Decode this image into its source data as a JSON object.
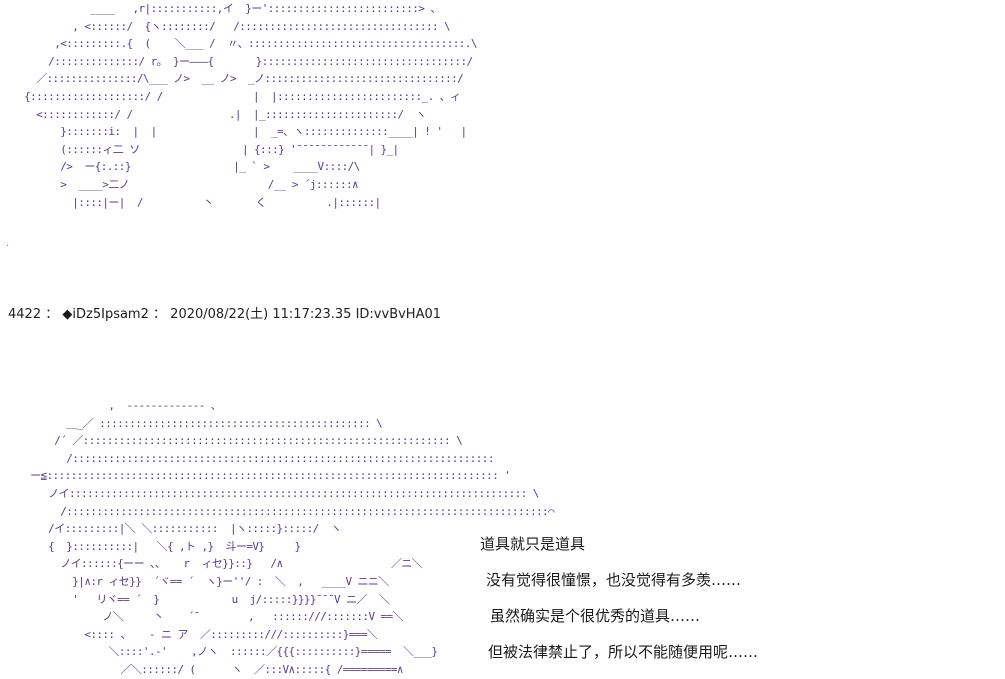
{
  "post": {
    "number": "4422",
    "sep1": "：",
    "trip_mark": "◆",
    "trip": "iDz5Ipsam2",
    "sep2": "：",
    "datetime": "2020/08/22(土) 11:17:23.35",
    "id": "ID:vvBvHA01"
  },
  "ascii_art": {
    "top": "               ____   ,r|:::::::::::,イ  }ー':::::::::::::::::::::::::> 、\n            , <::::::/  {ヽ::::::::/   /::::::::::::::::::::::::::::::::: \\\n         ,<:::::::::.{  (    ＼___ /  〃、::::::::::::::::::::::::::::::::::::.\\\n        /::::::::::::::/ r。 }ー―――{       }::::::::::::::::::::::::::::::::::/\n      ／:::::::::::::::/\\___ ノ>  __ ノ>  _ノ::::::::::::::::::::::::::::::::/\n    {:::::::::::::::::::/ /               |  |::::::::::::::::::::::::_. 、ィ\n      <::::::::::::/ /                .|  |_::::::::::::::::::::::/  ヽ\n          }:::::::i:  |  |                |  _=、ヽ::::::::::::::____| ! '   |\n          (::::::ィ二 ソ                 | {:::} '¯¯¯¯¯¯¯¯¯¯¯¯| }_|\n          />  ー{:.::}                 |_ ` >    ____V::::/\\\n          >  ____>二ノ                       /__ > ´j::::::∧\n            |::::|ー|  /          丶       く          .|::::::|",
    "bottom": "                  ,  ------------- 、\n           ＿_／ ::::::::::::::::::::::::::::::::::::::::::::: \\\n         /´ ／::::::::::::::::::::::::::::::::::::::::::::::::::::::::::::: \\\n           /::::::::::::::::::::::::::::::::::::::::::::::::::::::::::::::::::::::\n     ー≦::::::::::::::::::::::::::::::::::::::::::::::::::::::::::::::::::::::::::: '\n        ノイ:::::::::::::::::::::::::::::::::::::::::::::::::::::::::::::::::::::::::::: \\\n          /::::::::::::::::::::::::::::::::::::::::::::::::::::::::::::::::::::::::::::::::⌒\n        /イ:::::::::|＼ ＼:::::::::::  |ヽ:::::}:::::/  ヽ\n        {  }::::::::::|   ＼{ ,ト ,}  斗ー=V}     }\n          ノイ::::::{ーー 、、   r  ィセ}}::}   /∧                  ／ニ＼\n            }|∧:r ィセ}}  ´ヾ== ´  ヽ}ー''/ :  ＼  ,   ____V ニニ＼\n            '   リヾ== ´  }            u  j/:::::}}}}¯¯¯V ニ／  ＼\n                 ノ＼     丶    ´¯        ,   ::::::///:::::::V ==＼\n              <:::: 、   - ニ ア  ／:::::::::///::::::::::}===＼\n                  ＼::::'.-'    ,ノヽ  ::::::／{{{::::::::::}=====  ＼___}\n                    ／＼::::::/ (      ヽ  ／:::V∧:::::{ /=========∧"
  },
  "dialog": {
    "line1": "道具就只是道具",
    "line2": "没有觉得很憧憬，也没觉得有多羡……",
    "line3": "虽然确实是个很优秀的道具……",
    "line4": "但被法律禁止了，所以不能随便用呢……"
  },
  "misc": {
    "stray_dot": "."
  },
  "colors": {
    "ascii_art": "#5a3b8c",
    "text": "#1a1a1a",
    "background": "#ffffff"
  }
}
